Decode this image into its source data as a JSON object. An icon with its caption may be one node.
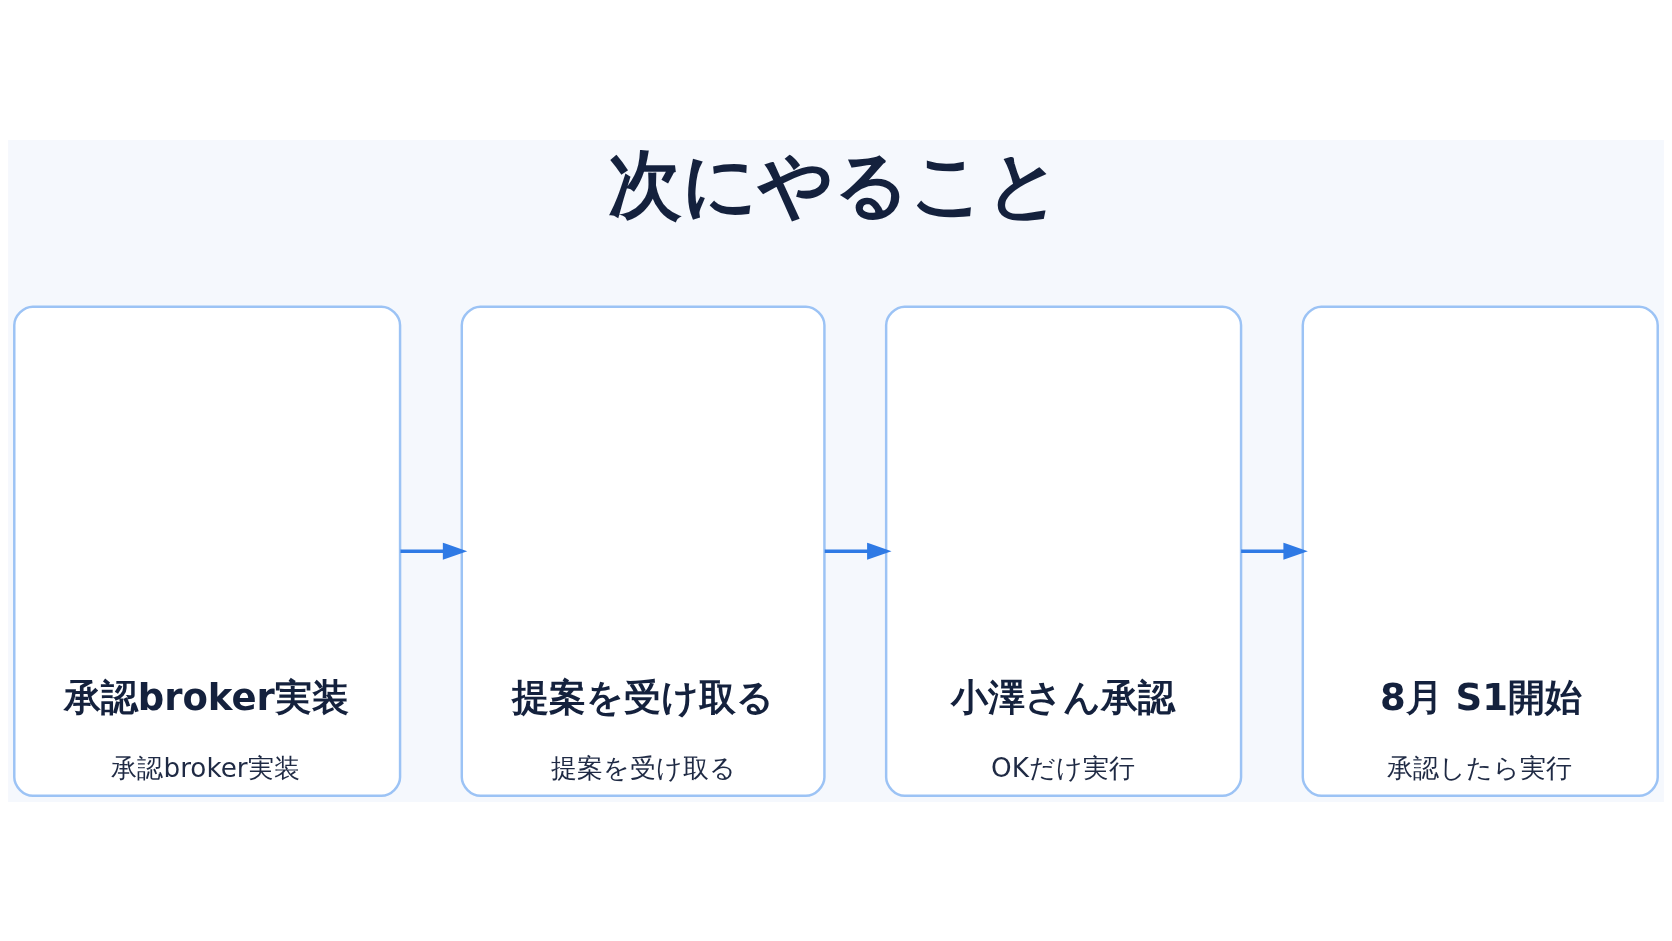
{
  "diagram": {
    "title": "次にやること",
    "nodes": [
      {
        "text": [
          "承認broker実装",
          "承認broker実装"
        ]
      },
      {
        "text": [
          "提案を受け取る",
          "提案を受け取る"
        ]
      },
      {
        "text": [
          "小澤さん承認",
          "OKだけ実行"
        ]
      },
      {
        "text": [
          "8月 S1開始",
          "承認したら実行"
        ]
      }
    ],
    "edges": [
      {
        "from": 0,
        "to": 1,
        "arrow": "to"
      },
      {
        "from": 1,
        "to": 2,
        "arrow": "to"
      },
      {
        "from": 2,
        "to": 3,
        "arrow": "to"
      }
    ]
  }
}
